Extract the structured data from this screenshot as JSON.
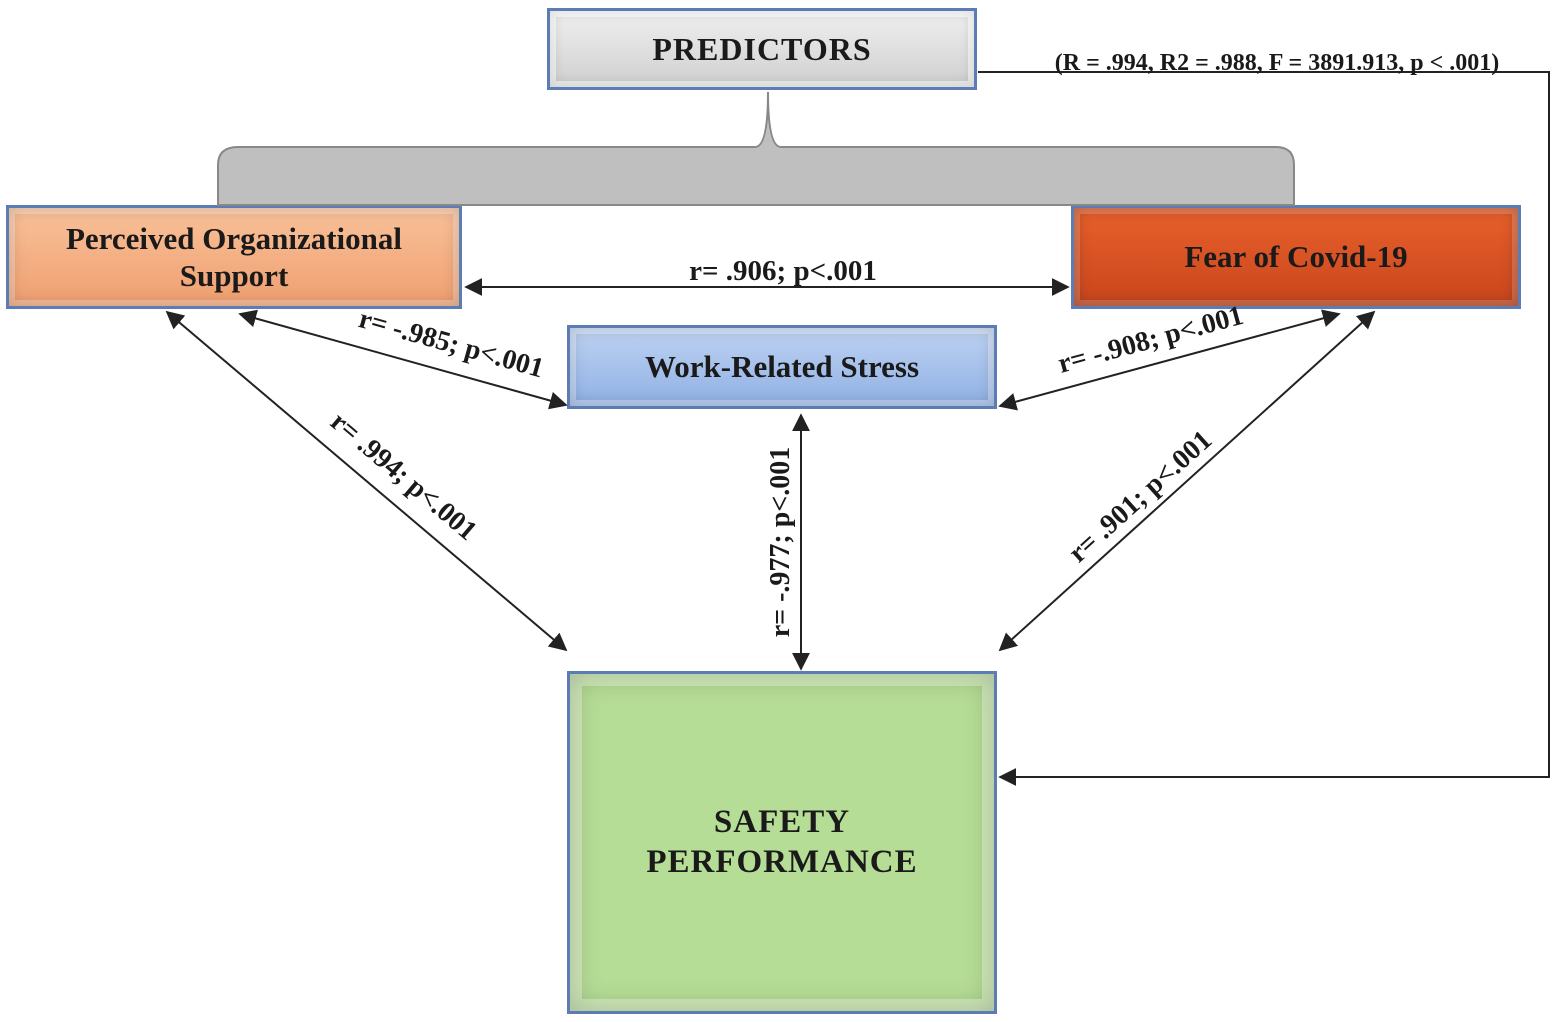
{
  "nodes": {
    "predictors": "PREDICTORS",
    "perceived_support_line1": "Perceived Organizational",
    "perceived_support_line2": "Support",
    "fear_covid": "Fear of Covid-19",
    "work_stress": "Work-Related Stress",
    "safety_line1": "SAFETY",
    "safety_line2": "PERFORMANCE"
  },
  "edges": {
    "pos_fear": "r= .906; p<.001",
    "pos_wrs": "r= -.985; p<.001",
    "fear_wrs": "r= -.908; p<.001",
    "pos_safety": "r= .994; p<.001",
    "wrs_safety": "r= -.977; p<.001",
    "fear_safety": "r= .901; p<.001",
    "model": "(R = .994, R2 = .988, F = 3891.913, p < .001)"
  },
  "colors": {
    "predictors_fill": "#d9d9d9",
    "perceived_support_fill": "#f4b183",
    "fear_fill": "#e0582a",
    "work_stress_fill": "#a9c4ee",
    "safety_fill": "#b6dd96",
    "brace_fill": "#bfbfbf",
    "border": "#5b7cb5"
  }
}
